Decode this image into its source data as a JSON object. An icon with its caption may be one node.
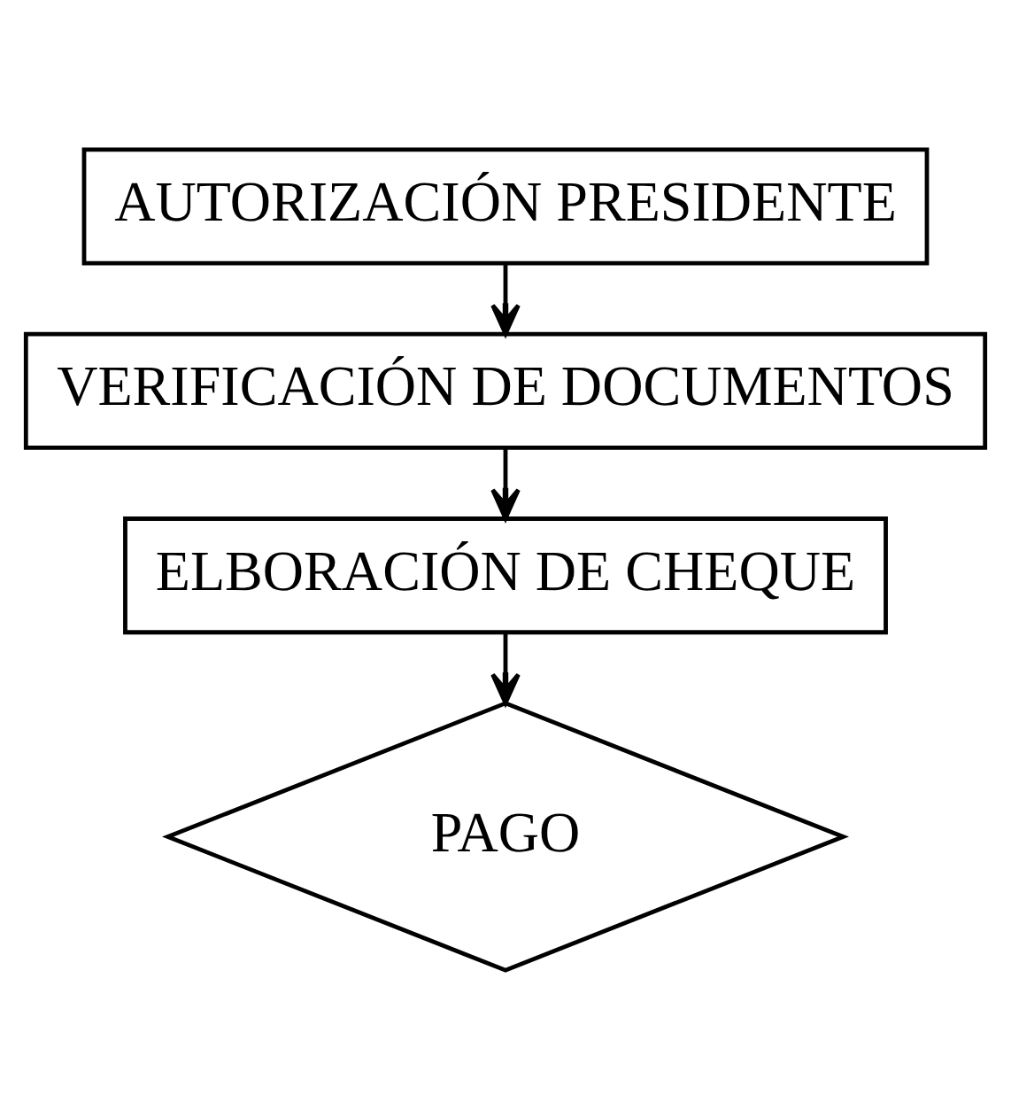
{
  "diagram": {
    "nodes": [
      {
        "text": [
          "AUTORIZACIÓN PRESIDENTE"
        ]
      },
      {
        "text": [
          "VERIFICACIÓN DE DOCUMENTOS"
        ]
      },
      {
        "text": [
          "ELBORACIÓN DE CHEQUE"
        ]
      },
      {
        "text": [
          "PAGO"
        ]
      }
    ],
    "edges": [
      {
        "from": 0,
        "to": 1,
        "arrow": "to"
      },
      {
        "from": 1,
        "to": 2,
        "arrow": "to"
      },
      {
        "from": 2,
        "to": 3,
        "arrow": "to"
      }
    ]
  }
}
